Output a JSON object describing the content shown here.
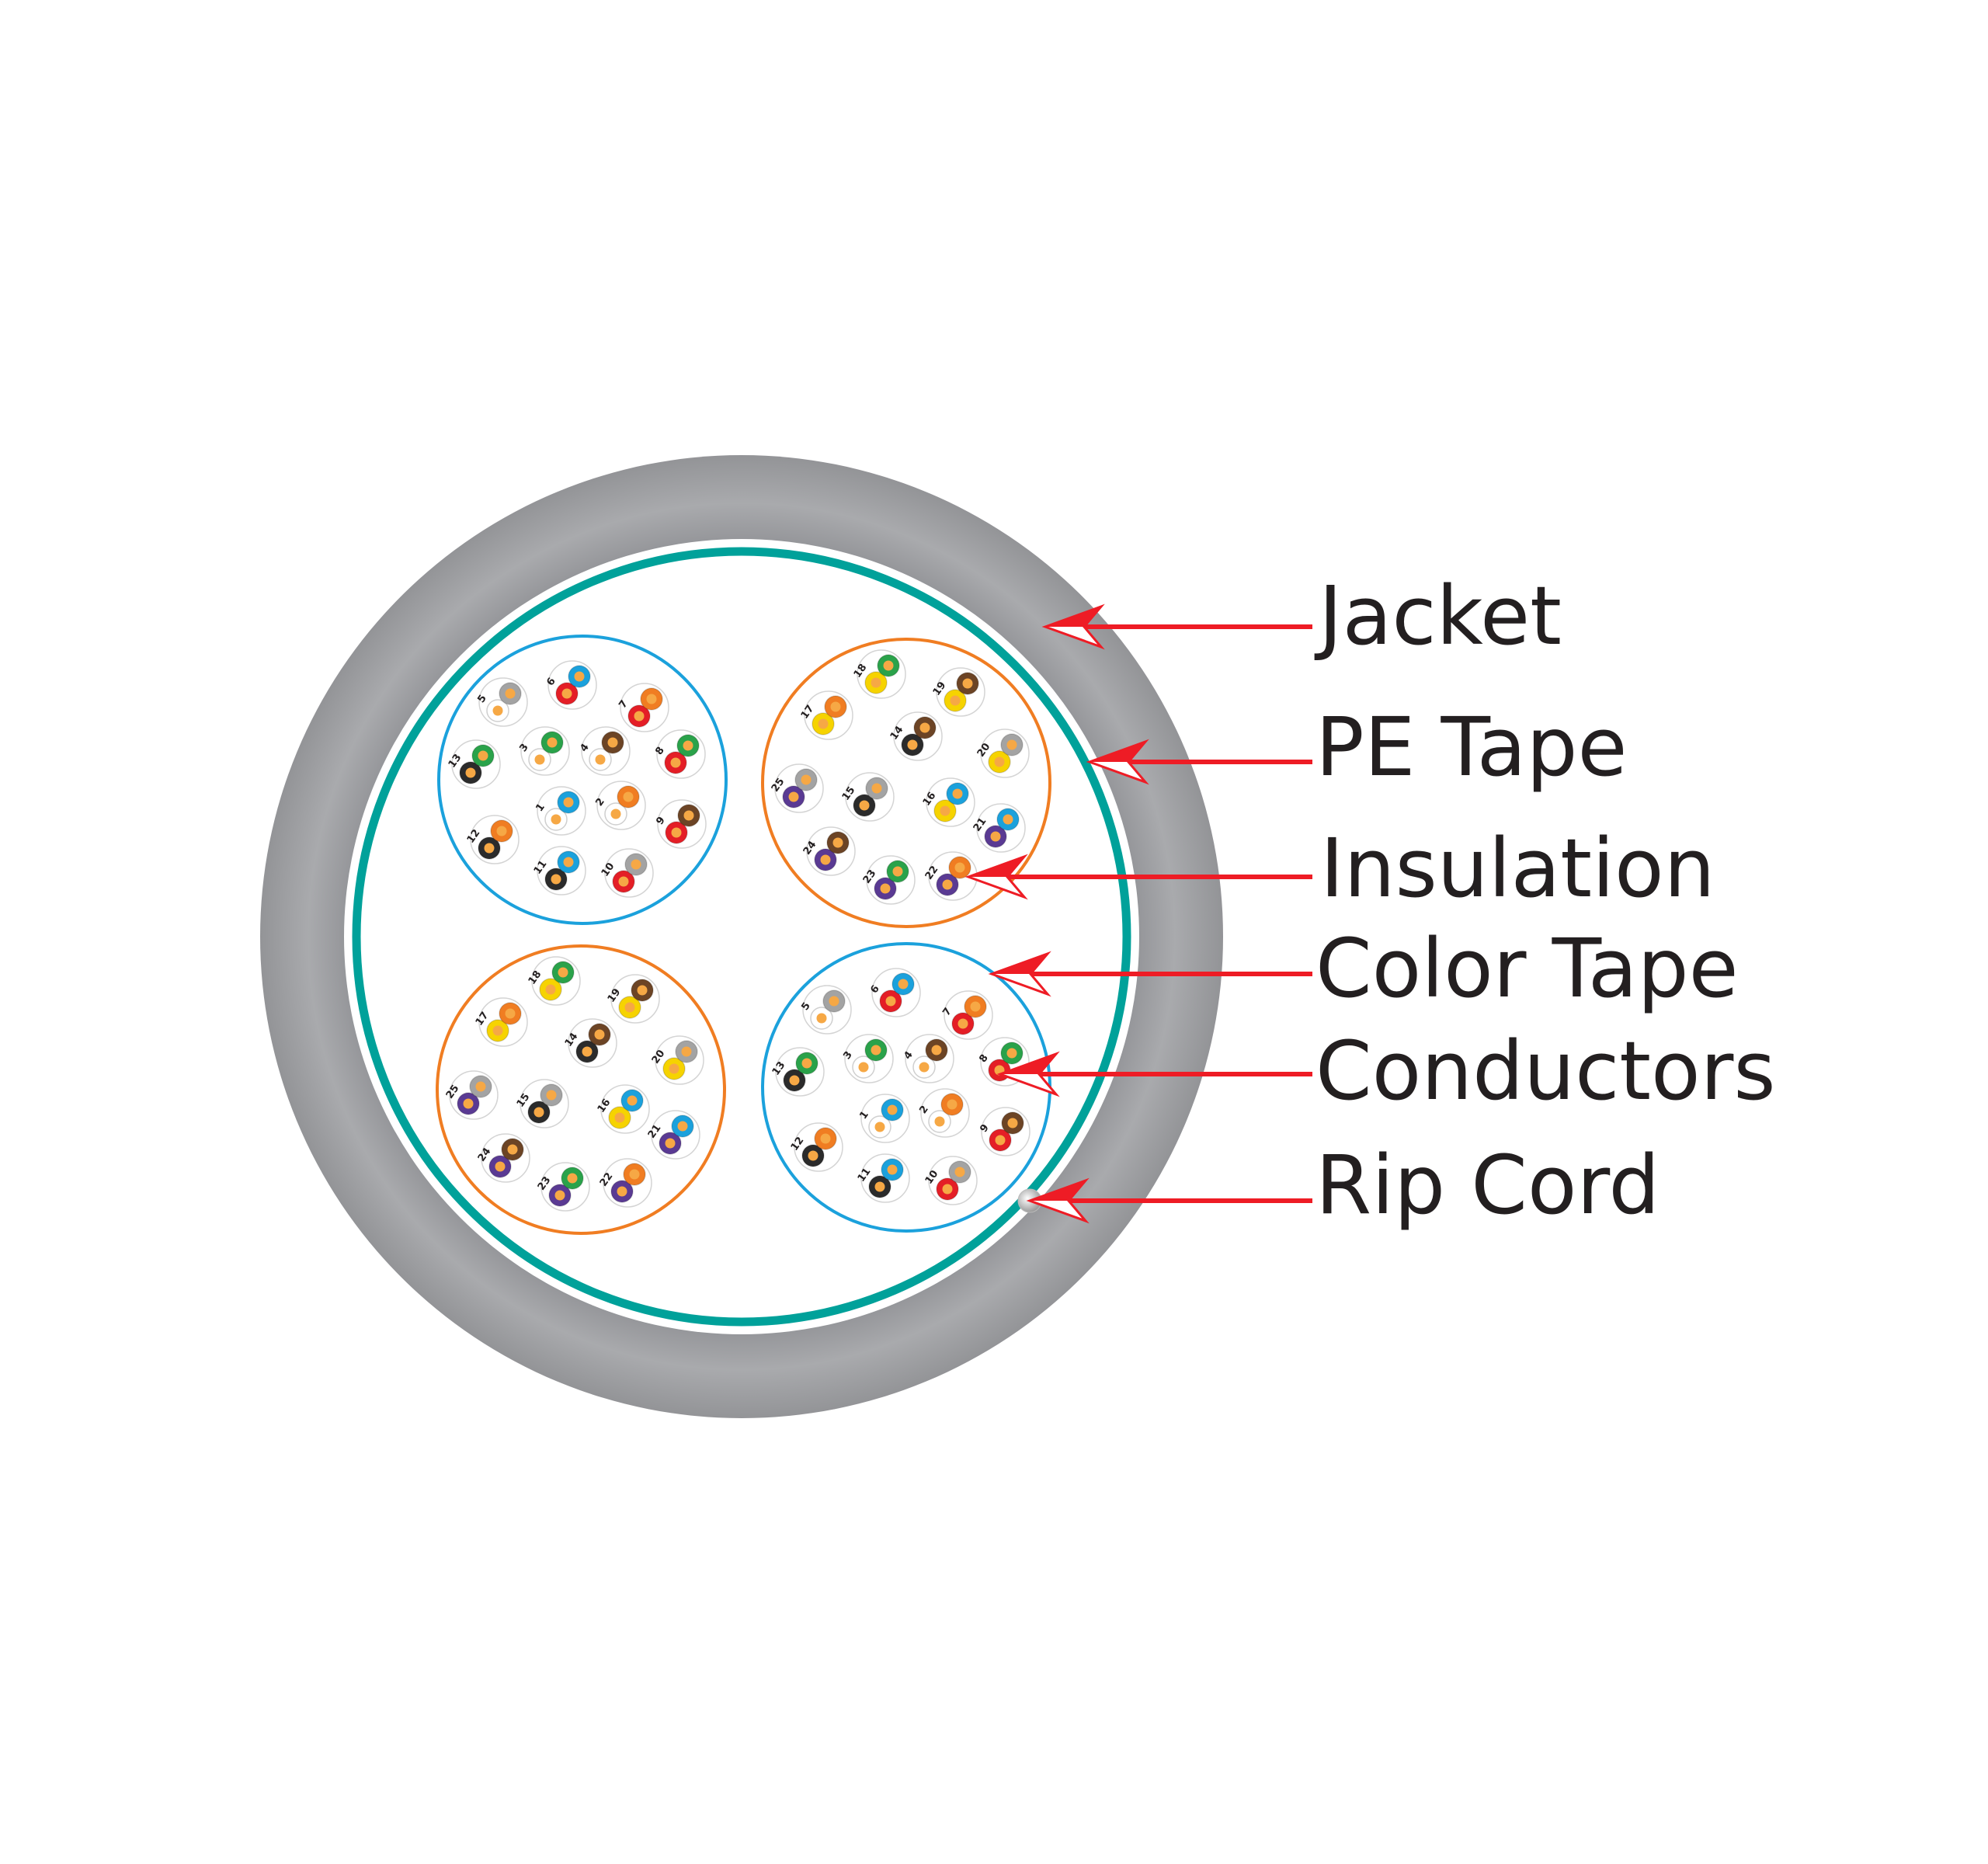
{
  "labels": {
    "jacket": "Jacket",
    "pe_tape": "PE Tape",
    "insulation": "Insulation",
    "color_tape": "Color Tape",
    "conductors": "Conductors",
    "rip_cord": "Rip Cord"
  },
  "colors": {
    "jacket": "#a0a1a4",
    "pe_tape": "#00a19a",
    "arrow": "#ee1c25",
    "core": "#f6a845",
    "blue": "#1ba1dc",
    "orange": "#f07d22",
    "green": "#2aa24a",
    "brown": "#6c4425",
    "slate": "#a3a3a3",
    "white": "#ffffff",
    "red": "#e41e26",
    "black": "#2b2b2b",
    "yellow": "#f6d300",
    "violet": "#5a3a93"
  },
  "bundles": [
    {
      "tape": "blue",
      "layout": "a",
      "pairs": [
        {
          "n": "1",
          "c": [
            "blue",
            "white"
          ]
        },
        {
          "n": "2",
          "c": [
            "orange",
            "white"
          ]
        },
        {
          "n": "3",
          "c": [
            "green",
            "white"
          ]
        },
        {
          "n": "4",
          "c": [
            "brown",
            "white"
          ]
        },
        {
          "n": "5",
          "c": [
            "slate",
            "white"
          ]
        },
        {
          "n": "6",
          "c": [
            "blue",
            "red"
          ]
        },
        {
          "n": "7",
          "c": [
            "orange",
            "red"
          ]
        },
        {
          "n": "8",
          "c": [
            "green",
            "red"
          ]
        },
        {
          "n": "9",
          "c": [
            "brown",
            "red"
          ]
        },
        {
          "n": "10",
          "c": [
            "slate",
            "red"
          ]
        },
        {
          "n": "11",
          "c": [
            "blue",
            "black"
          ]
        },
        {
          "n": "12",
          "c": [
            "orange",
            "black"
          ]
        },
        {
          "n": "13",
          "c": [
            "green",
            "black"
          ]
        }
      ]
    },
    {
      "tape": "orange",
      "layout": "b",
      "pairs": [
        {
          "n": "14",
          "c": [
            "brown",
            "black"
          ]
        },
        {
          "n": "15",
          "c": [
            "slate",
            "black"
          ]
        },
        {
          "n": "16",
          "c": [
            "blue",
            "yellow"
          ]
        },
        {
          "n": "17",
          "c": [
            "orange",
            "yellow"
          ]
        },
        {
          "n": "18",
          "c": [
            "green",
            "yellow"
          ]
        },
        {
          "n": "19",
          "c": [
            "brown",
            "yellow"
          ]
        },
        {
          "n": "20",
          "c": [
            "slate",
            "yellow"
          ]
        },
        {
          "n": "21",
          "c": [
            "blue",
            "violet"
          ]
        },
        {
          "n": "22",
          "c": [
            "orange",
            "violet"
          ]
        },
        {
          "n": "23",
          "c": [
            "green",
            "violet"
          ]
        },
        {
          "n": "24",
          "c": [
            "brown",
            "violet"
          ]
        },
        {
          "n": "25",
          "c": [
            "slate",
            "violet"
          ]
        }
      ]
    },
    {
      "tape": "orange",
      "layout": "b",
      "pairs": [
        {
          "n": "14",
          "c": [
            "brown",
            "black"
          ]
        },
        {
          "n": "15",
          "c": [
            "slate",
            "black"
          ]
        },
        {
          "n": "16",
          "c": [
            "blue",
            "yellow"
          ]
        },
        {
          "n": "17",
          "c": [
            "orange",
            "yellow"
          ]
        },
        {
          "n": "18",
          "c": [
            "green",
            "yellow"
          ]
        },
        {
          "n": "19",
          "c": [
            "brown",
            "yellow"
          ]
        },
        {
          "n": "20",
          "c": [
            "slate",
            "yellow"
          ]
        },
        {
          "n": "21",
          "c": [
            "blue",
            "violet"
          ]
        },
        {
          "n": "22",
          "c": [
            "orange",
            "violet"
          ]
        },
        {
          "n": "23",
          "c": [
            "green",
            "violet"
          ]
        },
        {
          "n": "24",
          "c": [
            "brown",
            "violet"
          ]
        },
        {
          "n": "25",
          "c": [
            "slate",
            "violet"
          ]
        }
      ]
    },
    {
      "tape": "blue",
      "layout": "a",
      "pairs": [
        {
          "n": "1",
          "c": [
            "blue",
            "white"
          ]
        },
        {
          "n": "2",
          "c": [
            "orange",
            "white"
          ]
        },
        {
          "n": "3",
          "c": [
            "green",
            "white"
          ]
        },
        {
          "n": "4",
          "c": [
            "brown",
            "white"
          ]
        },
        {
          "n": "5",
          "c": [
            "slate",
            "white"
          ]
        },
        {
          "n": "6",
          "c": [
            "blue",
            "red"
          ]
        },
        {
          "n": "7",
          "c": [
            "orange",
            "red"
          ]
        },
        {
          "n": "8",
          "c": [
            "green",
            "red"
          ]
        },
        {
          "n": "9",
          "c": [
            "brown",
            "red"
          ]
        },
        {
          "n": "10",
          "c": [
            "slate",
            "red"
          ]
        },
        {
          "n": "11",
          "c": [
            "blue",
            "black"
          ]
        },
        {
          "n": "12",
          "c": [
            "orange",
            "black"
          ]
        },
        {
          "n": "13",
          "c": [
            "green",
            "black"
          ]
        }
      ]
    }
  ]
}
